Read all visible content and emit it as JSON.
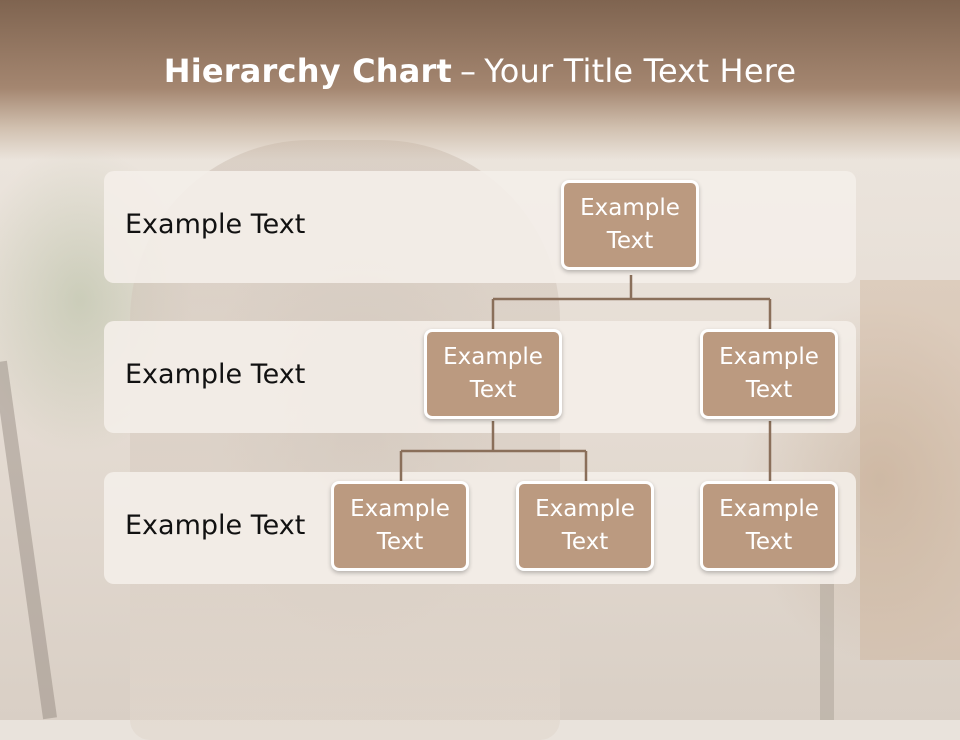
{
  "title": {
    "bold": "Hierarchy Chart",
    "separator": "–",
    "rest": "Your Title Text Here"
  },
  "rows": [
    {
      "label": "Example Text"
    },
    {
      "label": "Example Text"
    },
    {
      "label": "Example Text"
    }
  ],
  "nodes": {
    "root": "Example Text",
    "level2_left": "Example Text",
    "level2_right": "Example Text",
    "level3_a": "Example Text",
    "level3_b": "Example Text",
    "level3_c": "Example Text"
  },
  "colors": {
    "node_fill": "#bb9a80",
    "node_border": "#ffffff",
    "connector": "#8a6f5a",
    "band_fill": "#f4eee9",
    "title_band": "#8c705b"
  }
}
